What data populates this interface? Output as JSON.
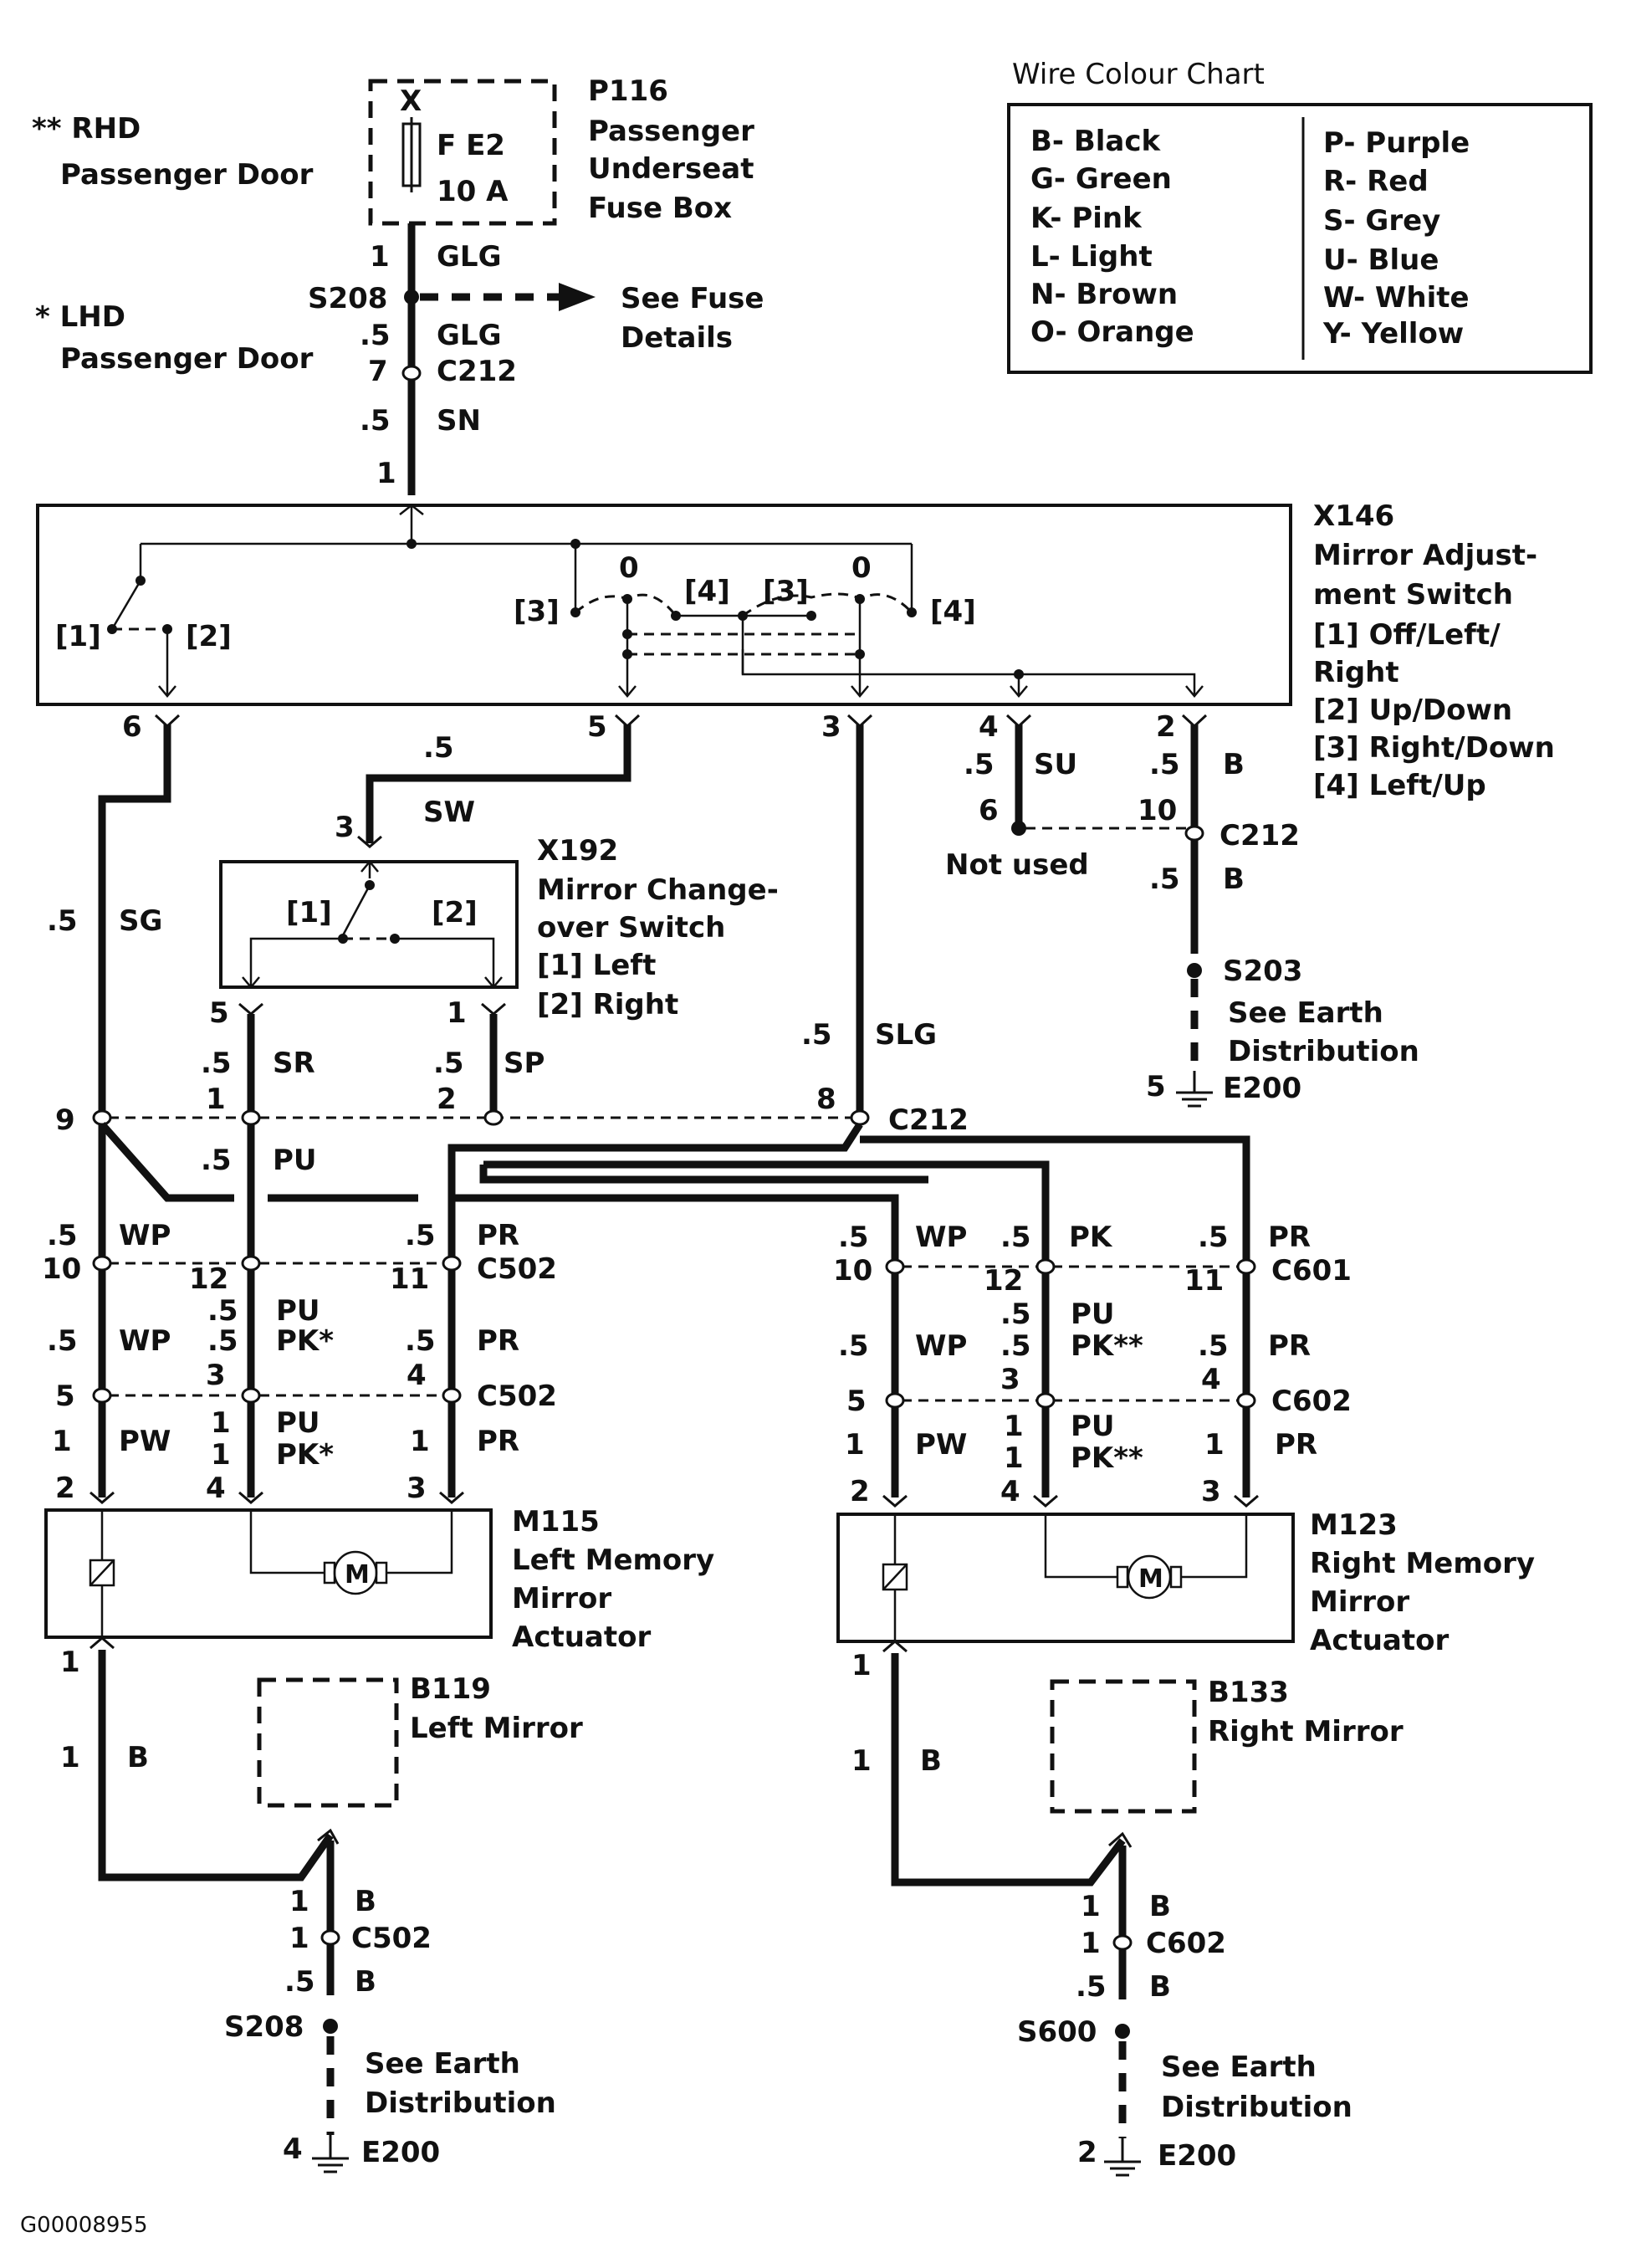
{
  "footer_id": "G00008955",
  "notes": {
    "rhd_mark": "** RHD",
    "rhd_label": "Passenger Door",
    "lhd_mark": "* LHD",
    "lhd_label": "Passenger Door"
  },
  "fuse_box": {
    "code": "P116",
    "name_l1": "Passenger",
    "name_l2": "Underseat",
    "name_l3": "Fuse Box",
    "x_mark": "X",
    "fuse": "F E2",
    "rating": "10 A"
  },
  "feed": {
    "pin_top": "1",
    "wire_glg1": "GLG",
    "splice": "S208",
    "see_l1": "See Fuse",
    "see_l2": "Details",
    "gauge1": ".5",
    "wire_glg2": "GLG",
    "pin_c212": "7",
    "conn_c212": "C212",
    "gauge2": ".5",
    "wire_sn": "SN",
    "pin_x146": "1"
  },
  "wire_chart": {
    "title": "Wire Colour Chart",
    "left": [
      "B- Black",
      "G- Green",
      "K- Pink",
      "L- Light",
      "N- Brown",
      "O- Orange"
    ],
    "right": [
      "P- Purple",
      "R- Red",
      "S- Grey",
      "U- Blue",
      "W- White",
      "Y- Yellow"
    ]
  },
  "x146": {
    "code": "X146",
    "name_l1": "Mirror Adjust-",
    "name_l2": "ment Switch",
    "legend": [
      "[1]  Off/Left/",
      "Right",
      "[2]  Up/Down",
      "[3]  Right/Down",
      "[4]  Left/Up"
    ],
    "sw_l1": "[1]",
    "sw_l2": "[2]",
    "sw_l3": "[3]",
    "sw_zero_a": "0",
    "sw_4a": "[4]",
    "sw_3b": "[3]",
    "sw_zero_b": "0",
    "sw_4b": "[4]",
    "pins": [
      "6",
      "5",
      "3",
      "4",
      "2"
    ]
  },
  "su_branch": {
    "gauge": ".5",
    "wire": "SU",
    "pin_c212": "6",
    "not_used": "Not used"
  },
  "earth_top": {
    "gauge1": ".5",
    "wire1": "B",
    "pin_c212": "10",
    "conn": "C212",
    "gauge2": ".5",
    "wire2": "B",
    "splice": "S203",
    "see_l1": "See Earth",
    "see_l2": "Distribution",
    "pin_ground": "5",
    "ground": "E200"
  },
  "sw_wire": {
    "gauge": ".5",
    "wire": "SW",
    "pin": "3"
  },
  "x192": {
    "code": "X192",
    "name_l1": "Mirror Change-",
    "name_l2": "over Switch",
    "legend1": "[1]  Left",
    "legend2": "[2]  Right",
    "sw1": "[1]",
    "sw2": "[2]",
    "pin_left": "5",
    "pin_right": "1"
  },
  "left_wires": {
    "sg_gauge": ".5",
    "sg": "SG",
    "sr_gauge": ".5",
    "sr": "SR",
    "sp_gauge": ".5",
    "sp": "SP",
    "slg_gauge": ".5",
    "slg": "SLG"
  },
  "c212_row": {
    "pin_9": "9",
    "pin_1": "1",
    "pin_2": "2",
    "pin_8": "8",
    "conn": "C212",
    "pu_gauge": ".5",
    "pu": "PU"
  },
  "left_side": {
    "wp_gauge": ".5",
    "wp": "WP",
    "pr_gauge": ".5",
    "pr": "PR",
    "c502a_pin10": "10",
    "c502a_pin12": "12",
    "c502a_pin11": "11",
    "c502a": "C502",
    "wp2_gauge": ".5",
    "wp2": "WP",
    "pu_g": ".5",
    "pu": "PU",
    "pk_g": ".5",
    "pk": "PK*",
    "pr2_gauge": ".5",
    "pr2": "PR",
    "c502b_pin5": "5",
    "c502b_pin3": "3",
    "c502b_pin4": "4",
    "c502b": "C502",
    "pw_gauge": "1",
    "pw": "PW",
    "pu3_g": "1",
    "pu3": "PU",
    "pk3_g": "1",
    "pk3": "PK*",
    "pr3_gauge": "1",
    "pr3": "PR",
    "m_pin2": "2",
    "m_pin4": "4",
    "m_pin3": "3"
  },
  "m115": {
    "code": "M115",
    "name_l1": "Left Memory",
    "name_l2": "Mirror",
    "name_l3": "Actuator",
    "motor": "M",
    "pin_out": "1"
  },
  "b119": {
    "code": "B119",
    "name": "Left Mirror"
  },
  "left_earth": {
    "gauge": "1",
    "wire": "B",
    "pin_b": "1",
    "wire_b": "B",
    "pin_c": "1",
    "conn": "C502",
    "gauge2": ".5",
    "wire2": "B",
    "splice": "S208",
    "see_l1": "See Earth",
    "see_l2": "Distribution",
    "pin_ground": "4",
    "ground": "E200"
  },
  "right_side": {
    "wp_gauge": ".5",
    "wp": "WP",
    "pk_gauge": ".5",
    "pk": "PK",
    "pr_gauge": ".5",
    "pr": "PR",
    "c601_pin10": "10",
    "c601_pin12": "12",
    "c601_pin11": "11",
    "c601": "C601",
    "wp2_gauge": ".5",
    "wp2": "WP",
    "pu_g": ".5",
    "pu": "PU",
    "pk2_g": ".5",
    "pk2": "PK**",
    "pr2_gauge": ".5",
    "pr2": "PR",
    "c602_pin5": "5",
    "c602_pin3": "3",
    "c602_pin4": "4",
    "c602": "C602",
    "pw_gauge": "1",
    "pw": "PW",
    "pu3_g": "1",
    "pu3": "PU",
    "pk3_g": "1",
    "pk3": "PK**",
    "pr3_gauge": "1",
    "pr3": "PR",
    "m_pin2": "2",
    "m_pin4": "4",
    "m_pin3": "3"
  },
  "m123": {
    "code": "M123",
    "name_l1": "Right Memory",
    "name_l2": "Mirror",
    "name_l3": "Actuator",
    "motor": "M",
    "pin_out": "1"
  },
  "b133": {
    "code": "B133",
    "name": "Right Mirror"
  },
  "right_earth": {
    "gauge": "1",
    "wire": "B",
    "pin_b": "1",
    "wire_b": "B",
    "pin_c": "1",
    "conn": "C602",
    "gauge2": ".5",
    "wire2": "B",
    "splice": "S600",
    "see_l1": "See Earth",
    "see_l2": "Distribution",
    "pin_ground": "2",
    "ground": "E200"
  }
}
